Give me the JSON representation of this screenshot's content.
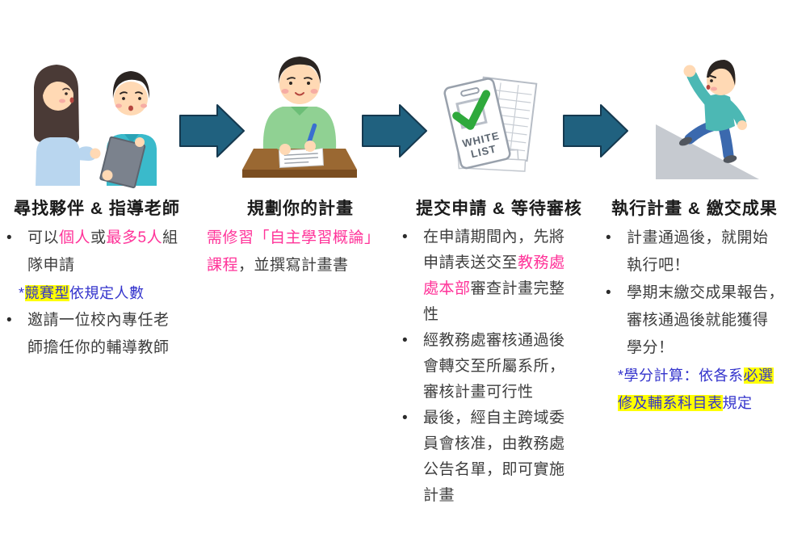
{
  "page": {
    "background": "#FFFFFF"
  },
  "bullet_char": "•",
  "colors": {
    "pink": "#FF3399",
    "blue": "#3333CC",
    "highlight": "#FFFF00",
    "title_text": "#1A1A1A",
    "body_text": "#3D3D3D",
    "arrow": "#20617F",
    "arrow_outline": "#15394F"
  },
  "steps": [
    {
      "id": "find-partners",
      "title": "尋找夥伴 & 指導老師",
      "illustration": "two-people-discussing",
      "items": [
        {
          "type": "bullet",
          "runs": [
            {
              "t": "可以"
            },
            {
              "t": "個人",
              "color": "pink"
            },
            {
              "t": "或"
            },
            {
              "t": "最多5人",
              "color": "pink"
            },
            {
              "t": "組\n隊申請"
            }
          ]
        },
        {
          "type": "note",
          "runs": [
            {
              "t": "*",
              "color": "blue"
            },
            {
              "t": "競賽型",
              "color": "blue",
              "highlight": true
            },
            {
              "t": "依規定人數",
              "color": "blue"
            }
          ]
        },
        {
          "type": "bullet",
          "runs": [
            {
              "t": "邀請一位校內專任老\n師擔任你的輔導教師"
            }
          ]
        }
      ]
    },
    {
      "id": "plan-project",
      "title": "規劃你的計畫",
      "illustration": "person-writing-at-desk",
      "items": [
        {
          "type": "plain",
          "runs": [
            {
              "t": "需修習「自主學習概論」\n課程",
              "color": "pink"
            },
            {
              "t": "，並撰寫計畫書"
            }
          ]
        }
      ]
    },
    {
      "id": "submit-application",
      "title": "提交申請 & 等待審核",
      "illustration": "white-list-documents",
      "illustration_text": [
        "WHITE",
        "LIST"
      ],
      "items": [
        {
          "type": "bullet",
          "runs": [
            {
              "t": "在申請期間內，先將\n申請表送交至"
            },
            {
              "t": "教務處\n處本部",
              "color": "pink"
            },
            {
              "t": "審查計畫完整\n性"
            }
          ]
        },
        {
          "type": "bullet",
          "runs": [
            {
              "t": "經教務處審核通過後\n會轉交至所屬系所，\n審核計畫可行性"
            }
          ]
        },
        {
          "type": "bullet",
          "runs": [
            {
              "t": "最後，經自主跨域委\n員會核准，由教務處\n公告名單，即可實施\n計畫"
            }
          ]
        }
      ]
    },
    {
      "id": "execute-project",
      "title": "執行計畫 & 繳交成果",
      "illustration": "person-climbing-slope",
      "items": [
        {
          "type": "bullet",
          "runs": [
            {
              "t": "計畫通過後，就開始\n執行吧！"
            }
          ]
        },
        {
          "type": "bullet",
          "runs": [
            {
              "t": "學期末繳交成果報告，\n審核通過後就能獲得\n學分！"
            }
          ]
        },
        {
          "type": "note",
          "runs": [
            {
              "t": "*學分計算：依各系",
              "color": "blue"
            },
            {
              "t": "必選\n修及輔系科目表",
              "color": "blue",
              "highlight": true
            },
            {
              "t": "規定",
              "color": "blue"
            }
          ]
        }
      ]
    }
  ]
}
